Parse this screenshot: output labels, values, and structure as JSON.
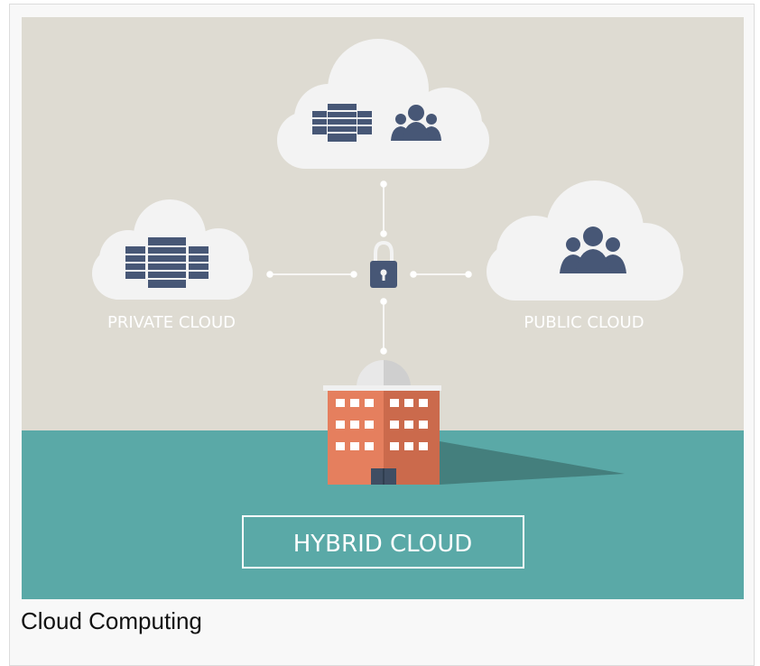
{
  "illustration": {
    "private_cloud_label": "PRIVATE CLOUD",
    "public_cloud_label": "PUBLIC CLOUD",
    "hybrid_cloud_label": "HYBRID CLOUD",
    "icons": [
      "server-icon",
      "users-icon",
      "lock-icon",
      "building-icon"
    ],
    "colors": {
      "sky": "#dedbd2",
      "ground": "#5aa9a7",
      "cloud": "#f3f3f3",
      "icon_navy": "#475776",
      "building": "#e57f5e",
      "building_shade": "#cb6a4c"
    }
  },
  "caption": "Cloud Computing"
}
